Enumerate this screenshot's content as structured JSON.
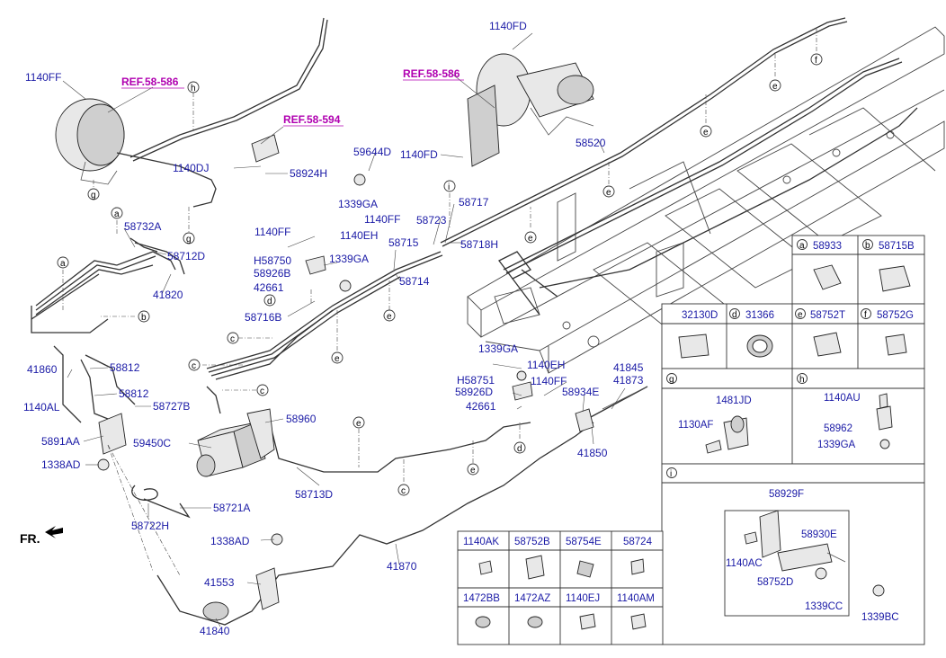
{
  "callouts": {
    "p1140FF_a": "1140FF",
    "ref_586_a": "REF.58-586",
    "ref_594": "REF.58-594",
    "p1140DJ": "1140DJ",
    "p58924H": "58924H",
    "p1140FD_top": "1140FD",
    "ref_586_b": "REF.58-586",
    "p1140FD_mid": "1140FD",
    "p58520": "58520",
    "p59644D": "59644D",
    "p1339GA_a": "1339GA",
    "p1140FF_b": "1140FF",
    "p58717": "58717",
    "p58723": "58723",
    "p58718H": "58718H",
    "p58732A": "58732A",
    "p58712D": "58712D",
    "p41820": "41820",
    "p1140FF_c": "1140FF",
    "p1140EH_a": "1140EH",
    "pH58750": "H58750",
    "p58926B": "58926B",
    "p1339GA_b": "1339GA",
    "p58715": "58715",
    "p58714": "58714",
    "p42661_a": "42661",
    "p58716B": "58716B",
    "p41860": "41860",
    "p58812_a": "58812",
    "p58812_b": "58812",
    "p1140AL": "1140AL",
    "p58727B": "58727B",
    "p5891AA": "5891AA",
    "p59450C": "59450C",
    "p58960": "58960",
    "p1338AD_a": "1338AD",
    "p58722H": "58722H",
    "p58721A": "58721A",
    "p58713D": "58713D",
    "p1339GA_c": "1339GA",
    "p1140EH_b": "1140EH",
    "pH58751": "H58751",
    "p58926D": "58926D",
    "p1140FF_d": "1140FF",
    "p42661_b": "42661",
    "p58934E": "58934E",
    "p41845": "41845",
    "p41873": "41873",
    "p41850": "41850",
    "p1338AD_b": "1338AD",
    "p41553": "41553",
    "p41870": "41870",
    "p41840": "41840",
    "fr": "FR."
  },
  "circle_letters": {
    "a": "a",
    "b": "b",
    "c": "c",
    "d": "d",
    "e": "e",
    "f": "f",
    "g": "g",
    "h": "h",
    "i": "i"
  },
  "legend_top": {
    "a_letter": "a",
    "a_part": "58933",
    "b_letter": "b",
    "b_part": "58715B",
    "c_part": "32130D",
    "d_letter": "d",
    "d_part": "31366",
    "e_letter": "e",
    "e_part": "58752T",
    "f_letter": "f",
    "f_part": "58752G"
  },
  "legend_g": {
    "letter": "g",
    "p1481JD": "1481JD",
    "p1130AF": "1130AF"
  },
  "legend_h": {
    "letter": "h",
    "p1140AU": "1140AU",
    "p58962": "58962",
    "p1339GA": "1339GA"
  },
  "legend_i": {
    "letter": "i",
    "p58929F": "58929F",
    "p58930E": "58930E",
    "p1140AC": "1140AC",
    "p58752D": "58752D",
    "p1339CC": "1339CC",
    "p1339BC": "1339BC"
  },
  "bottom_table": {
    "row1": [
      "1140AK",
      "58752B",
      "58754E",
      "58724"
    ],
    "row2": [
      "1472BB",
      "1472AZ",
      "1140EJ",
      "1140AM"
    ]
  }
}
